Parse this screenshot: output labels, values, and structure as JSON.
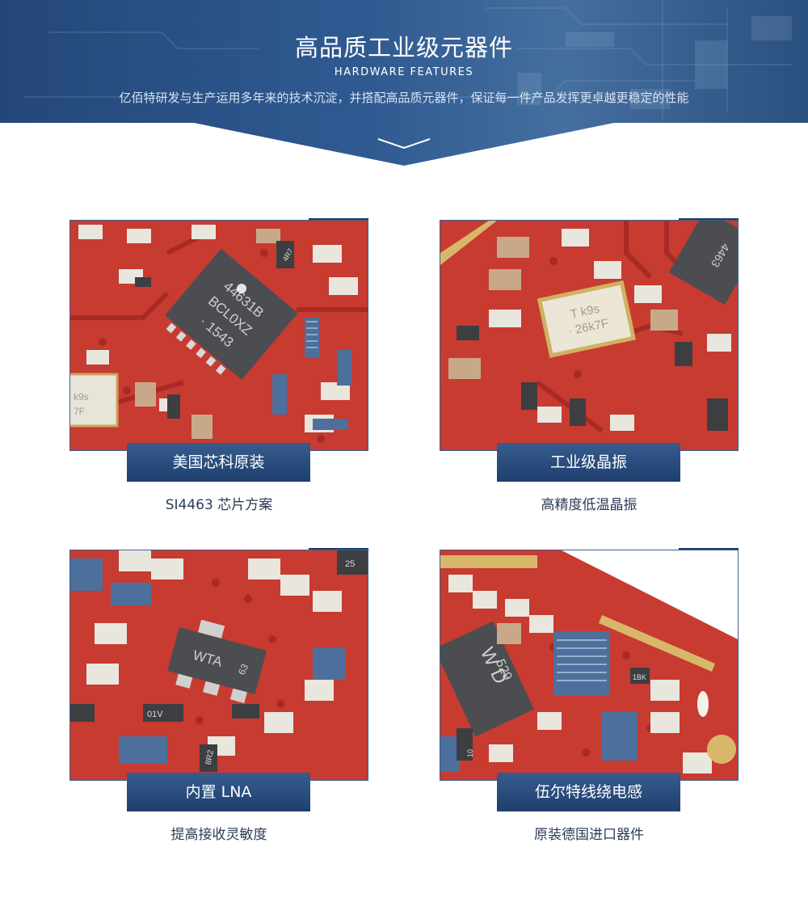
{
  "header": {
    "title": "高品质工业级元器件",
    "subtitle": "HARDWARE FEATURES",
    "description": "亿佰特研发与生产运用多年来的技术沉淀，并搭配高品质元器件，保证每一件产品发挥更卓越更稳定的性能"
  },
  "features": [
    {
      "title": "美国芯科原装",
      "caption": "SI4463 芯片方案",
      "chip_text": [
        "44631B",
        "BCL0XZ",
        "· 1543"
      ],
      "crystal_text": [
        "k9s",
        "7F"
      ],
      "resistor_text": "4R7"
    },
    {
      "title": "工业级晶振",
      "caption": "高精度低温晶振",
      "crystal_text": [
        "T k9s",
        "· 26k7F"
      ],
      "chip_text": "4463"
    },
    {
      "title": "内置 LNA",
      "caption": "提高接收灵敏度",
      "chip_text": [
        "WTA",
        "63"
      ],
      "resistor_text": [
        "01V",
        "8R2",
        "25"
      ]
    },
    {
      "title": "伍尔特线绕电感",
      "caption": "原装德国进口器件",
      "chip_text": [
        "W D",
        "529"
      ],
      "resistor_text": [
        "1BK",
        "10"
      ]
    }
  ],
  "colors": {
    "banner_dark": "#1c3e6f",
    "banner_light": "#4a7ab0",
    "title_box": "#27497a",
    "pcb_red": "#c63a31",
    "caption": "#2b3b57"
  }
}
